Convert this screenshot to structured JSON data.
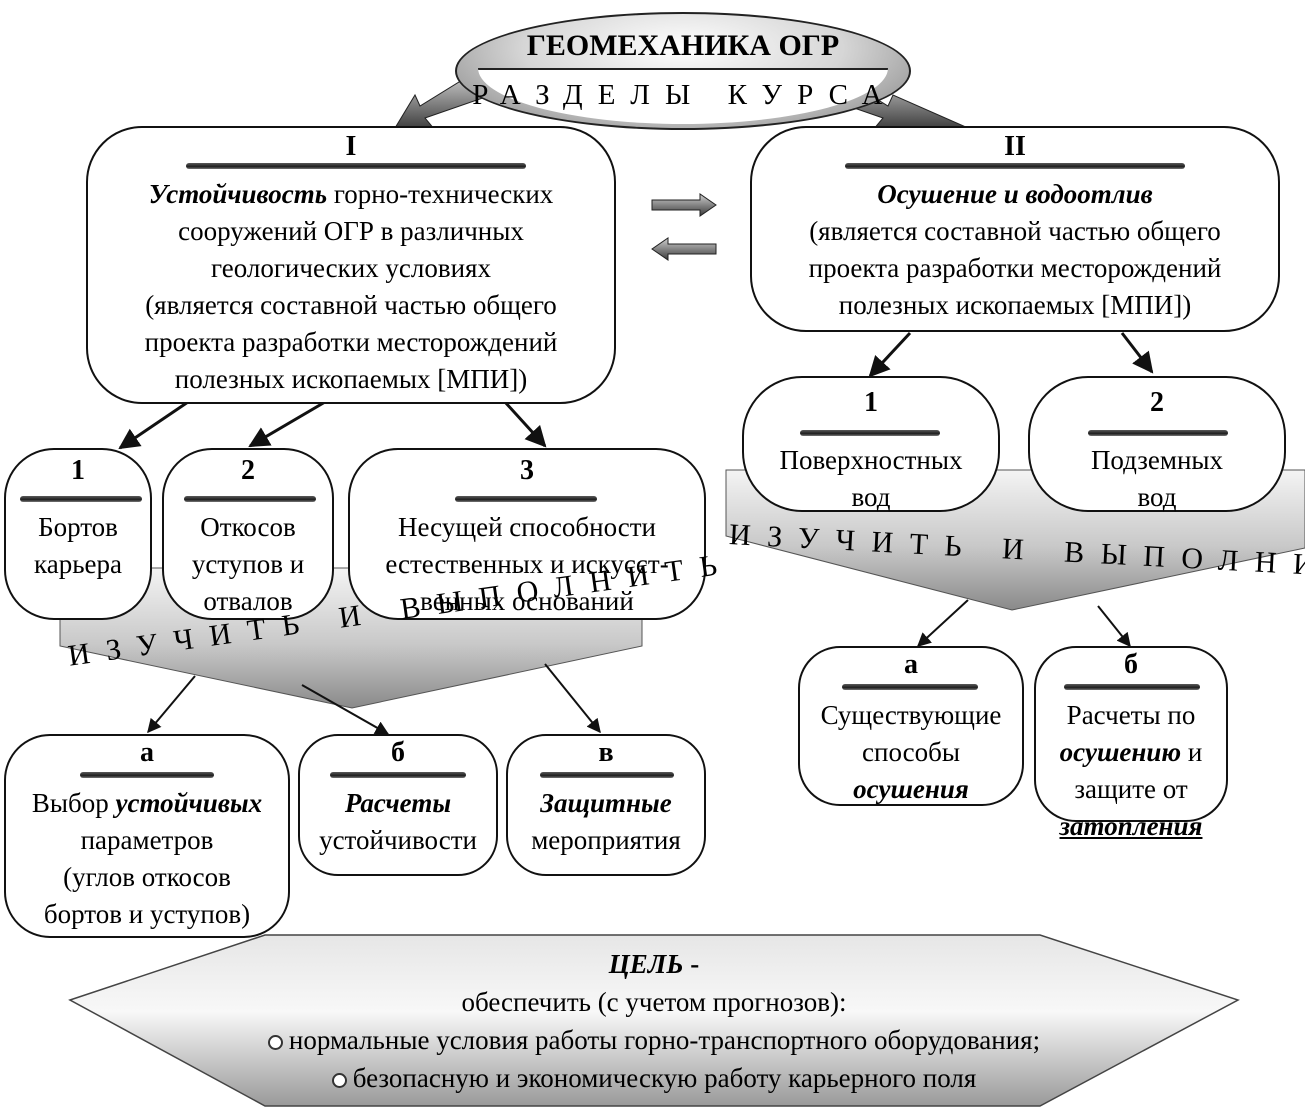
{
  "title": {
    "main": "ГЕОМЕХАНИКА ОГР",
    "sub": "РАЗДЕЛЫ КУРСА"
  },
  "section1": {
    "numeral": "I",
    "lead": "Устойчивость",
    "line1_rest": " горно-технических",
    "lines": [
      "сооружений ОГР в различных",
      "геологических условиях",
      "(является составной частью общего",
      "проекта разработки месторождений",
      "полезных ископаемых [МПИ])"
    ]
  },
  "section2": {
    "numeral": "II",
    "heading": "Осушение и водоотлив",
    "lines": [
      "(является составной частью общего",
      "проекта разработки месторождений",
      "полезных ископаемых [МПИ])"
    ]
  },
  "left_items": [
    {
      "num": "1",
      "lines": [
        "Бортов",
        "карьера"
      ]
    },
    {
      "num": "2",
      "lines": [
        "Откосов",
        "уступов и",
        "отвалов"
      ]
    },
    {
      "num": "3",
      "lines": [
        "Несущей способности",
        "естественных и искусст-",
        "венных оснований"
      ]
    }
  ],
  "right_items": [
    {
      "num": "1",
      "lines": [
        "Поверхностных",
        "вод"
      ]
    },
    {
      "num": "2",
      "lines": [
        "Подземных",
        "вод"
      ]
    }
  ],
  "study_label": "ИЗУЧИТЬ И ВЫПОЛНИТЬ",
  "left_tasks": [
    {
      "letter": "а",
      "pre": "Выбор ",
      "em": "устойчивых",
      "lines": [
        "параметров",
        "(углов откосов",
        "бортов и уступов)"
      ]
    },
    {
      "letter": "б",
      "em": "Расчеты",
      "lines": [
        "устойчивости"
      ]
    },
    {
      "letter": "в",
      "em": "Защитные",
      "lines": [
        "мероприятия"
      ]
    }
  ],
  "right_tasks": [
    {
      "letter": "а",
      "lines": [
        "Существующие",
        "способы"
      ],
      "em": "осушения"
    },
    {
      "letter": "б",
      "line1": "Расчеты по",
      "em": "осушению",
      "after_em": " и",
      "line3": "защите от",
      "em2": "затопления"
    }
  ],
  "goal": {
    "heading": "ЦЕЛЬ",
    "dash": " -",
    "line1": "обеспечить (с учетом прогнозов):",
    "bullets": [
      "нормальные условия работы горно-транспортного оборудования;",
      "безопасную и экономическую работу карьерного поля"
    ]
  },
  "colors": {
    "stroke": "#111111",
    "band_light": "#f2f2f2",
    "band_dark": "#8c8c8c"
  }
}
